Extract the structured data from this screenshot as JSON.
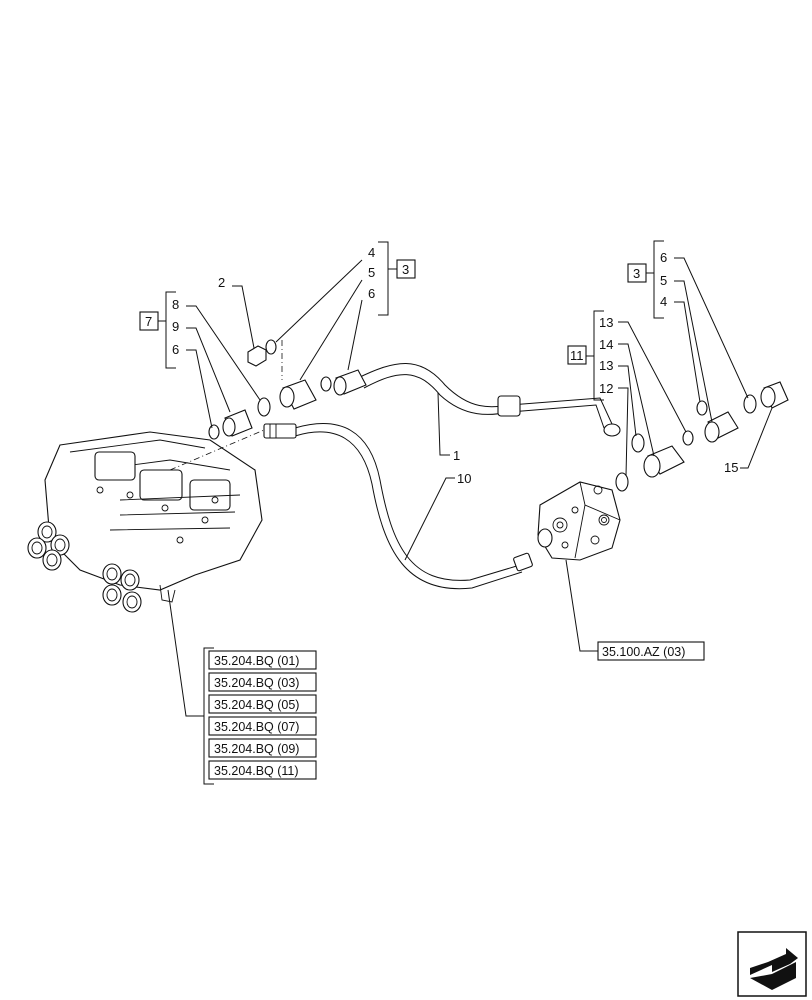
{
  "callouts": {
    "c1": "1",
    "c2": "2",
    "c4a": "4",
    "c5a": "5",
    "c6a": "6",
    "c8": "8",
    "c9": "9",
    "c6b": "6",
    "c10": "10",
    "c13a": "13",
    "c14": "14",
    "c13b": "13",
    "c12": "12",
    "c6c": "6",
    "c5c": "5",
    "c4c": "4",
    "c15": "15"
  },
  "kits": {
    "k3a": "3",
    "k7": "7",
    "k11": "11",
    "k3b": "3"
  },
  "references": {
    "r1": "35.204.BQ (01)",
    "r2": "35.204.BQ (03)",
    "r3": "35.204.BQ (05)",
    "r4": "35.204.BQ (07)",
    "r5": "35.204.BQ (09)",
    "r6": "35.204.BQ (11)",
    "r7": "35.100.AZ (03)"
  },
  "nav_icon": "next-page-arrow-icon"
}
